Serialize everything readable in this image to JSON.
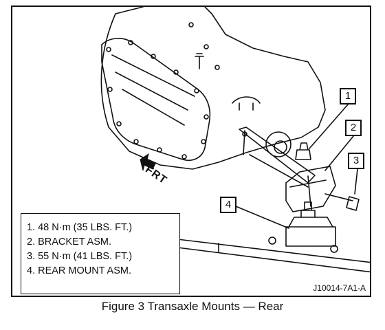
{
  "callouts": [
    "1",
    "2",
    "3",
    "4"
  ],
  "legend": [
    "1. 48 N·m (35 LBS. FT.)",
    "2. BRACKET ASM.",
    "3. 55 N·m (41 LBS. FT.)",
    "4. REAR MOUNT ASM."
  ],
  "direction_label": "FRT",
  "figure_code": "J10014-7A1-A",
  "caption": "Figure 3 Transaxle Mounts — Rear"
}
